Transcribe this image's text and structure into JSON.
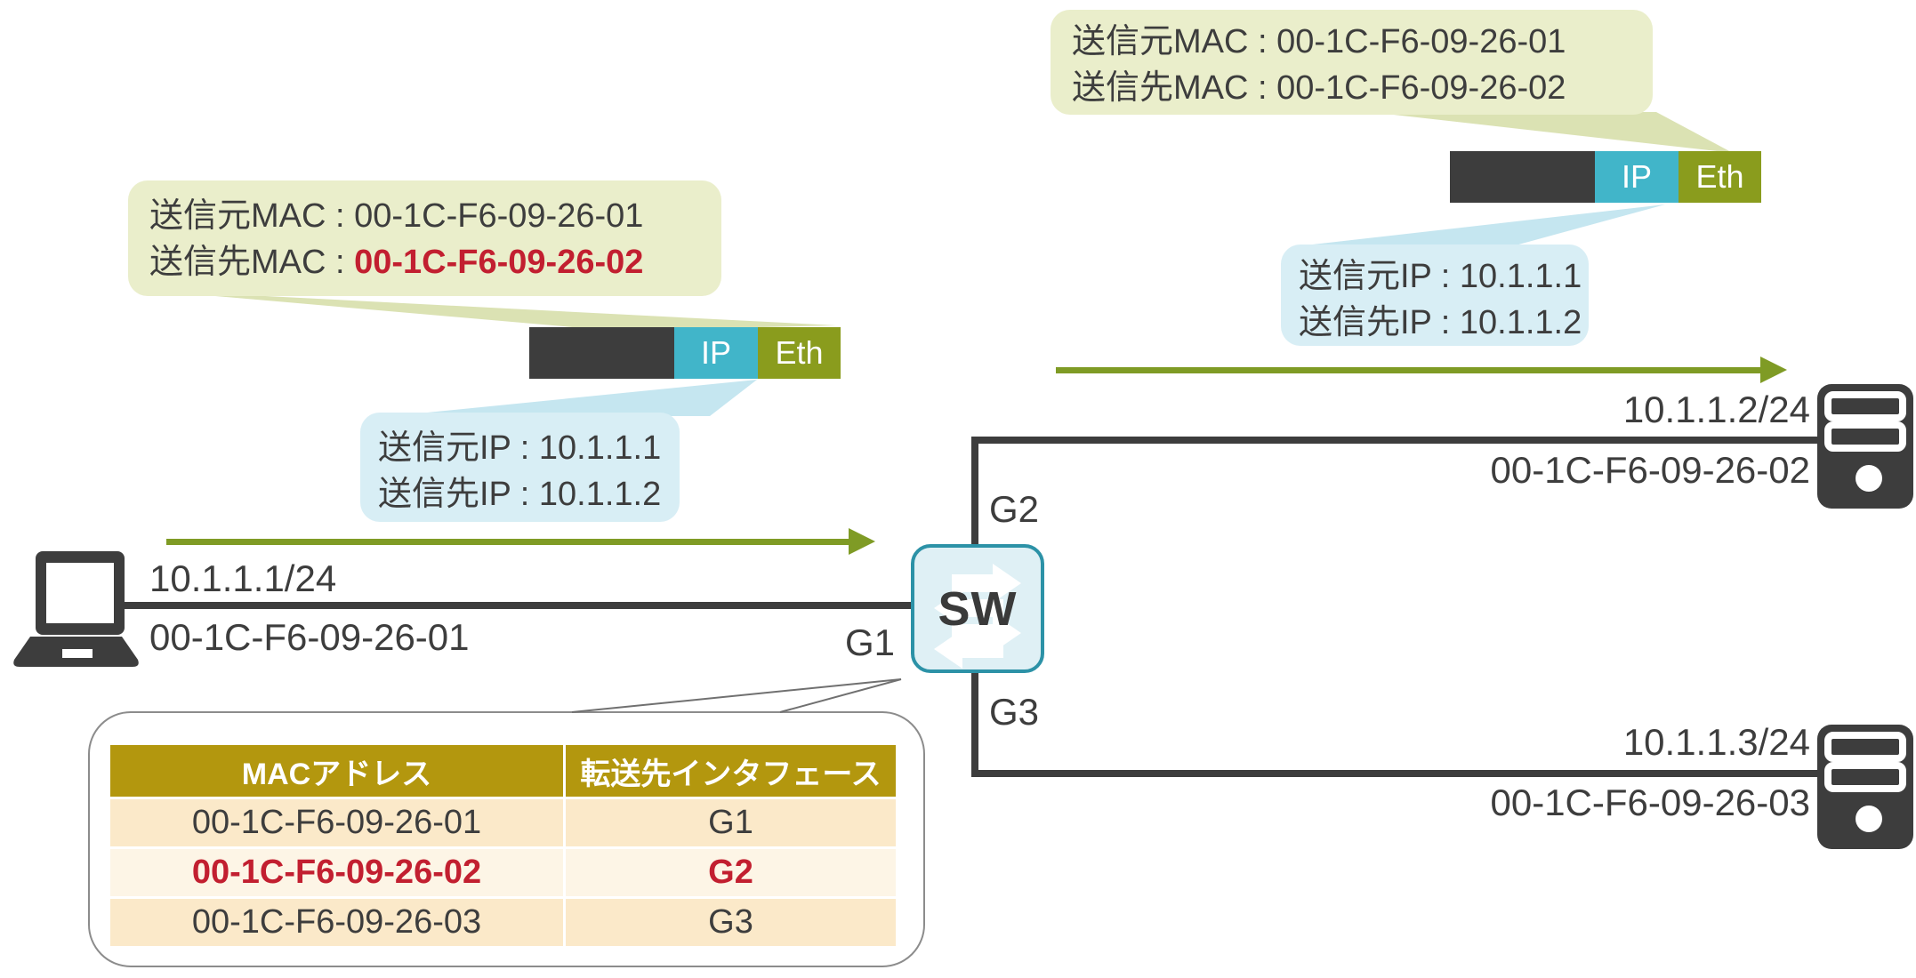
{
  "colors": {
    "dark": "#3d3d3d",
    "olive_arrow": "#7f9b25",
    "eth_box": "#8a9c1d",
    "ip_box": "#41b5c9",
    "green_callout_bg": "#eaeecb",
    "blue_callout_bg": "#d8eef5",
    "highlight_red": "#c21f30",
    "table_header_bg": "#b3970e",
    "table_row_tan": "#fbe9c9",
    "table_row_light": "#fdf5e6",
    "switch_bg": "#dff0f5",
    "switch_border": "#2c92a7"
  },
  "packets": {
    "ip_label": "IP",
    "eth_label": "Eth"
  },
  "callouts": {
    "left_mac": {
      "src_label": "送信元MAC : ",
      "src_value": "00-1C-F6-09-26-01",
      "dst_label": "送信先MAC : ",
      "dst_value": "00-1C-F6-09-26-02"
    },
    "right_mac": {
      "src_label": "送信元MAC : ",
      "src_value": "00-1C-F6-09-26-01",
      "dst_label": "送信先MAC : ",
      "dst_value": "00-1C-F6-09-26-02"
    },
    "left_ip": {
      "src_label": "送信元IP : ",
      "src_value": "10.1.1.1",
      "dst_label": "送信先IP : ",
      "dst_value": "10.1.1.2"
    },
    "right_ip": {
      "src_label": "送信元IP : ",
      "src_value": "10.1.1.1",
      "dst_label": "送信先IP : ",
      "dst_value": "10.1.1.2"
    }
  },
  "devices": {
    "pc": {
      "ip": "10.1.1.1/24",
      "mac": "00-1C-F6-09-26-01"
    },
    "switch": {
      "label": "SW",
      "port_g1": "G1",
      "port_g2": "G2",
      "port_g3": "G3"
    },
    "server1": {
      "ip": "10.1.1.2/24",
      "mac": "00-1C-F6-09-26-02"
    },
    "server2": {
      "ip": "10.1.1.3/24",
      "mac": "00-1C-F6-09-26-03"
    }
  },
  "mac_table": {
    "headers": [
      "MACアドレス",
      "転送先インタフェース"
    ],
    "rows": [
      {
        "mac": "00-1C-F6-09-26-01",
        "port": "G1"
      },
      {
        "mac": "00-1C-F6-09-26-02",
        "port": "G2"
      },
      {
        "mac": "00-1C-F6-09-26-03",
        "port": "G3"
      }
    ]
  }
}
